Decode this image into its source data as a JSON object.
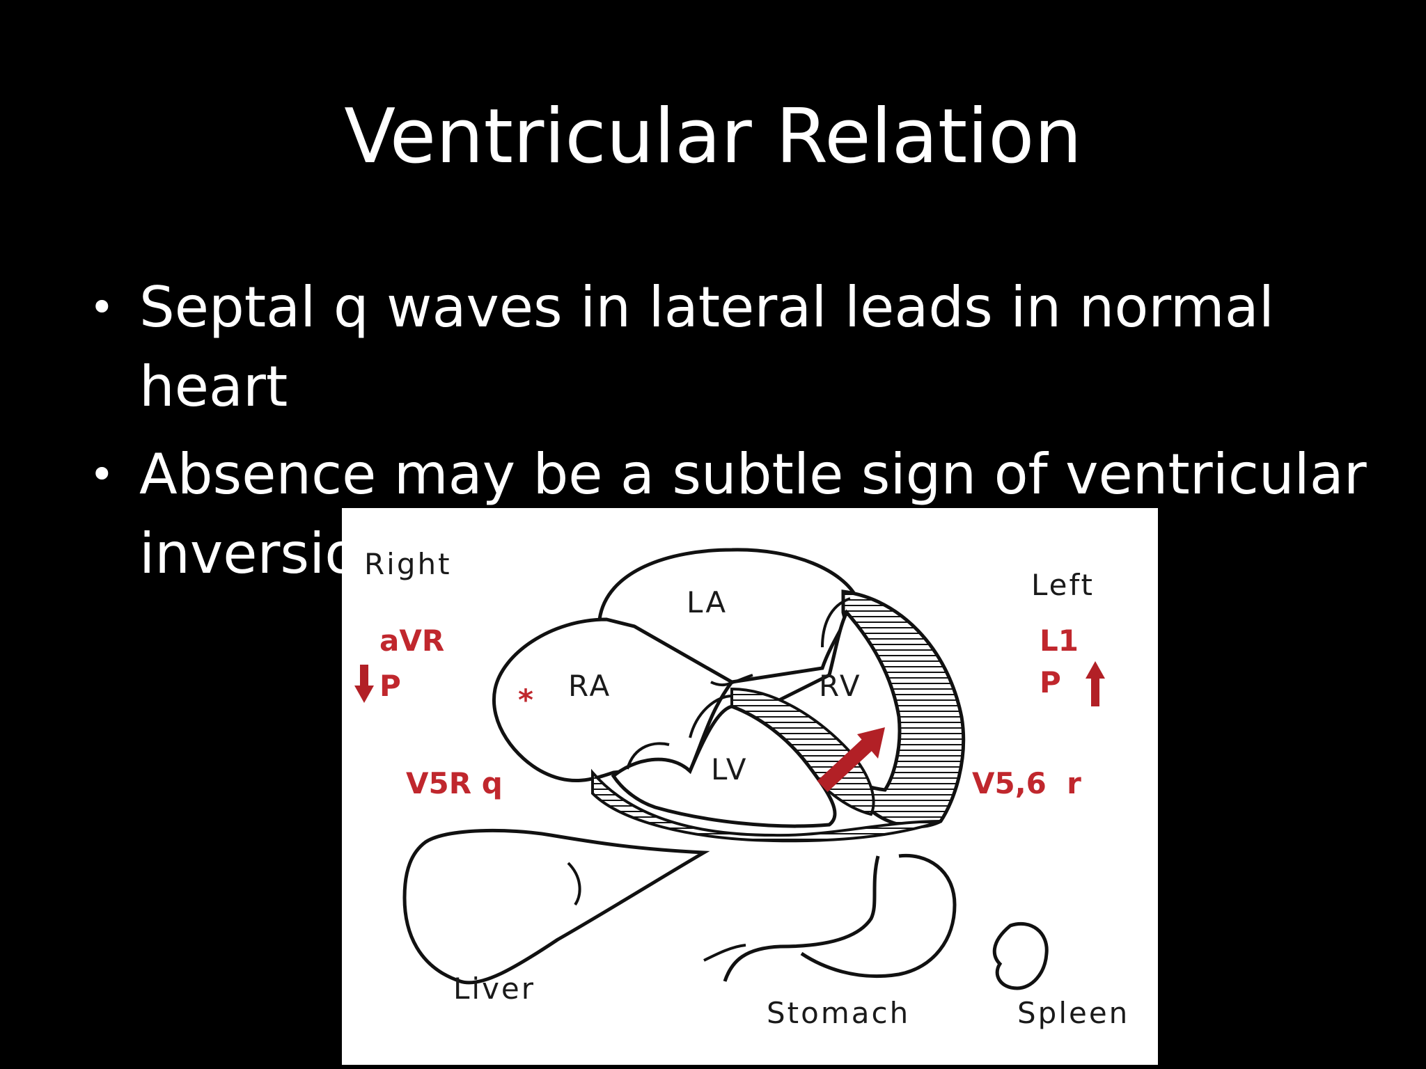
{
  "slide": {
    "title": "Ventricular Relation",
    "bullets": [
      "Septal q waves in lateral leads in normal heart",
      "Absence may be a subtle sign of ventricular inversion"
    ]
  },
  "figure": {
    "orientation": {
      "right": "Right",
      "left": "Left"
    },
    "chambers": {
      "la": "LA",
      "ra": "RA",
      "rv": "RV",
      "lv": "LV"
    },
    "organs": {
      "liver": "Liver",
      "stomach": "Stomach",
      "spleen": "Spleen"
    },
    "leads": {
      "avr": "aVR",
      "avr_p": "P",
      "l1": "L1",
      "l1_p": "P",
      "v5r": "V5R q",
      "v56": "V5,6  r",
      "asterisk": "*"
    },
    "colors": {
      "annotation": "#c0272d",
      "line": "#111111"
    }
  }
}
